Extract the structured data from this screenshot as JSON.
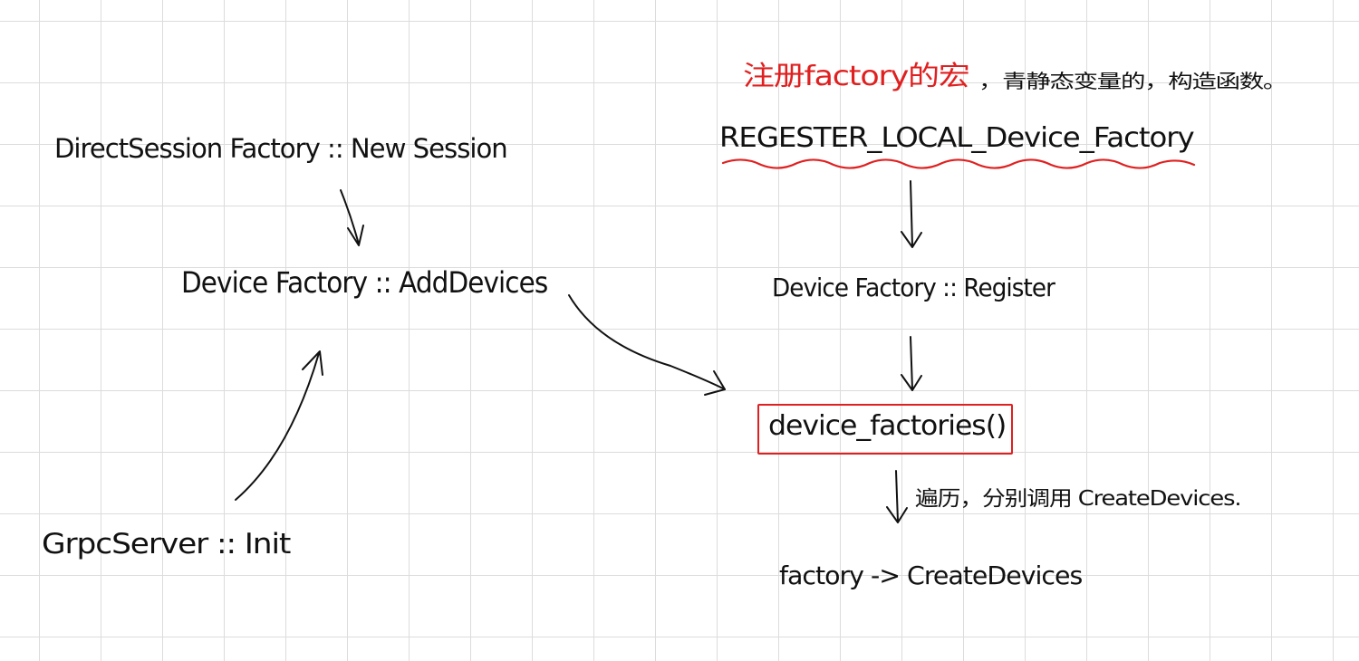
{
  "nodes": {
    "new_session": "DirectSession Factory :: New Session",
    "add_devices": "Device Factory :: AddDevices",
    "grpc_init": "GrpcServer :: Init",
    "macro_note_red": "注册factory的宏",
    "macro_note_black": "，青静态变量的，构造函数。",
    "register_macro": "REGESTER_LOCAL_Device_Factory",
    "register": "Device Factory :: Register",
    "device_factories": "device_factories()",
    "iterate_note": "遍历，分别调用 CreateDevices.",
    "create_devices": "factory -> CreateDevices"
  },
  "colors": {
    "ink": "#111111",
    "highlight": "#e02020",
    "grid": "#dcdcdc"
  }
}
